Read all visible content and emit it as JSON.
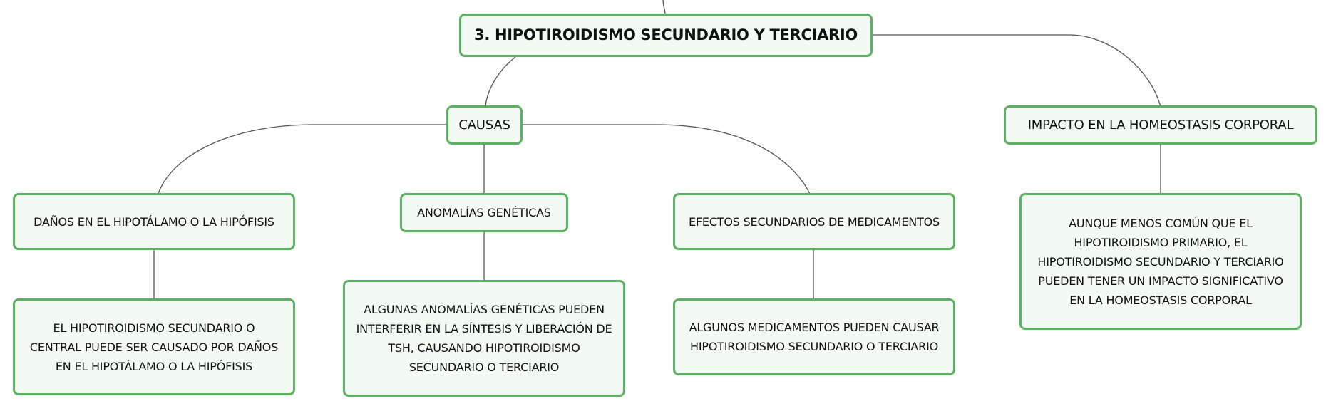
{
  "theme": {
    "node_fill": "#f3faf4",
    "node_border": "#5cb163",
    "link_color": "#555555"
  },
  "nodes": {
    "root": "3. HIPOTIROIDISMO SECUNDARIO Y TERCIARIO",
    "causas": "CAUSAS",
    "impacto": "IMPACTO EN LA HOMEOSTASIS CORPORAL",
    "danos": "DAÑOS EN EL HIPOTÁLAMO O LA HIPÓFISIS",
    "geneticas": "ANOMALÍAS GENÉTICAS",
    "medicamentos": "EFECTOS SECUNDARIOS DE MEDICAMENTOS",
    "danos_detalle": "EL HIPOTIROIDISMO SECUNDARIO O CENTRAL PUEDE SER CAUSADO POR DAÑOS EN EL HIPOTÁLAMO O LA HIPÓFISIS",
    "geneticas_detalle": "ALGUNAS ANOMALÍAS GENÉTICAS PUEDEN INTERFERIR EN LA SÍNTESIS Y LIBERACIÓN DE TSH, CAUSANDO HIPOTIROIDISMO SECUNDARIO O TERCIARIO",
    "medicamentos_detalle": "ALGUNOS MEDICAMENTOS PUEDEN CAUSAR HIPOTIROIDISMO SECUNDARIO O TERCIARIO",
    "impacto_detalle": "AUNQUE MENOS COMÚN QUE EL HIPOTIROIDISMO PRIMARIO, EL HIPOTIROIDISMO SECUNDARIO Y TERCIARIO PUEDEN TENER UN IMPACTO SIGNIFICATIVO EN LA HOMEOSTASIS CORPORAL"
  }
}
